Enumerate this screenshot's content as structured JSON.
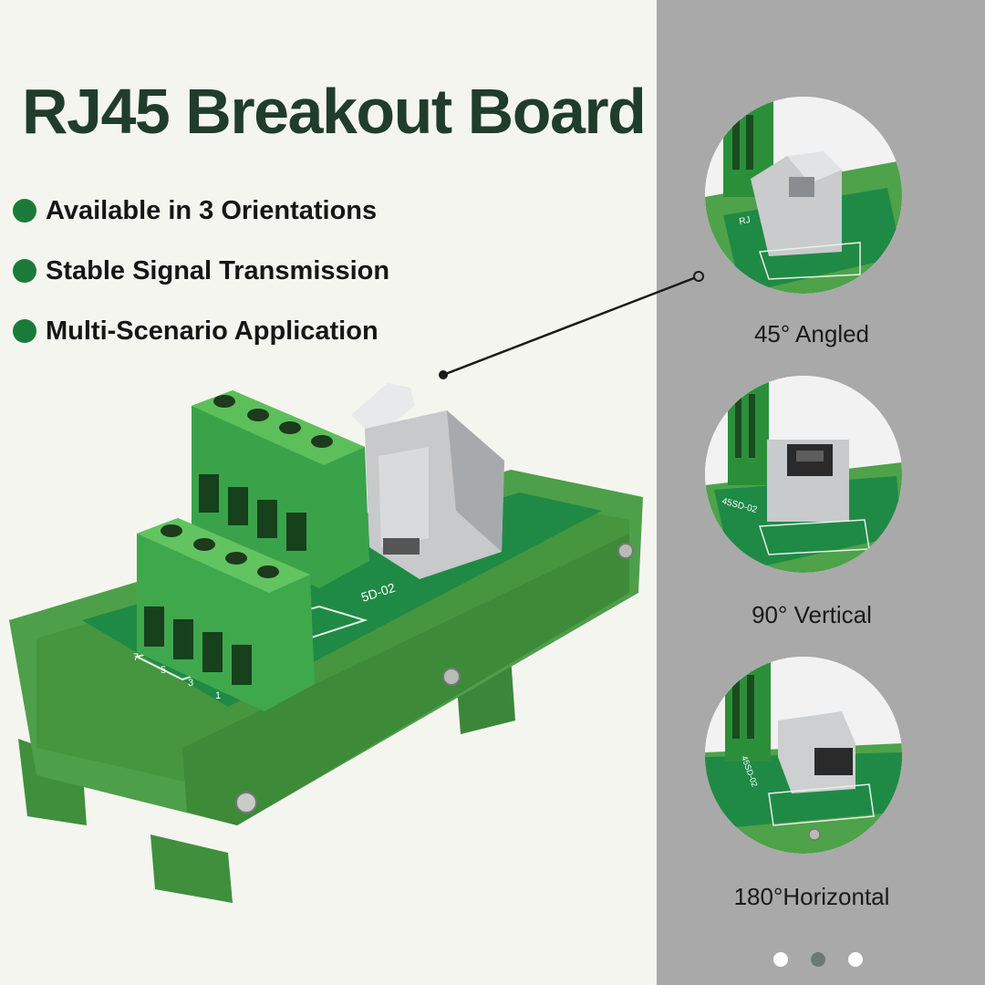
{
  "title": "RJ45 Breakout Board",
  "features": [
    "Available in 3 Orientations",
    "Stable Signal Transmission",
    "Multi-Scenario Application"
  ],
  "product_silkscreen": {
    "pin_labels": [
      "7",
      "5",
      "3",
      "1"
    ],
    "board_code": "5D-02"
  },
  "orientations": [
    {
      "label": "45° Angled",
      "board_text": "RJ"
    },
    {
      "label": "90° Vertical",
      "board_text": "45SD-02"
    },
    {
      "label": "180°Horizontal",
      "board_text": "45SD-02"
    }
  ],
  "carousel": {
    "active_index": 1
  },
  "colors": {
    "title": "#1f3d2a",
    "bullet": "#1b7a3a",
    "housing_green": "#4a9d46",
    "pcb_green": "#1f8a45",
    "right_panel": "#a9a9a9"
  }
}
